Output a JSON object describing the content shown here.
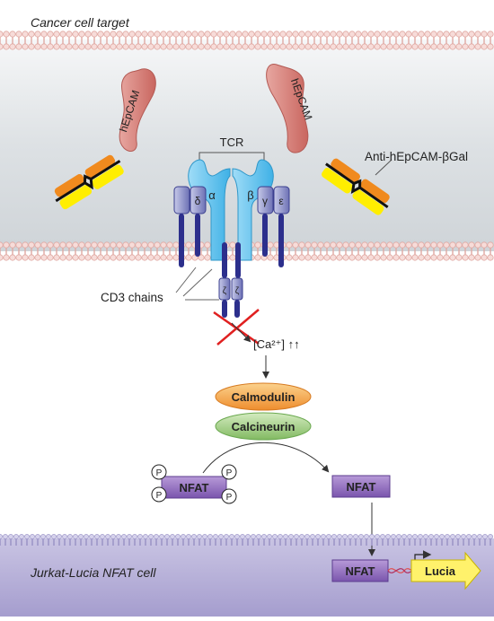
{
  "labels": {
    "top_cell": "Cancer cell target",
    "bottom_cell": "Jurkat-Lucia NFAT cell",
    "hepcam_left": "hEpCAM",
    "hepcam_right": "hEpCAM",
    "antibody": "Anti-hEpCAM-βGal",
    "tcr": "TCR",
    "alpha": "α",
    "beta": "β",
    "delta": "δ",
    "gamma": "γ",
    "epsilon": "ε",
    "zeta_left": "ζ",
    "zeta_right": "ζ",
    "cd3": "CD3 chains",
    "calcium": "[Ca²⁺] ↑↑",
    "calmodulin": "Calmodulin",
    "calcineurin": "Calcineurin",
    "nfat_phospho": "NFAT",
    "nfat_active": "NFAT",
    "nfat_nucleus": "NFAT",
    "reporter": "Lucia",
    "phosphate": "P"
  },
  "colors": {
    "membrane": "#f2cfcb",
    "cytoplasm": "#dfe3e6",
    "nucleus": "#b7b1d8",
    "hepcam": "#d9807a",
    "antibody_orange": "#f08a1e",
    "antibody_yellow": "#ffee00",
    "tcr_blue": "#5fc3ee",
    "cd3_chain": "#2c2f8c",
    "calmodulin": "#f3a24a",
    "calcineurin": "#8fc26e",
    "nfat": "#8a66b8",
    "lucia": "#fff26b",
    "inhibition": "#e02020"
  }
}
